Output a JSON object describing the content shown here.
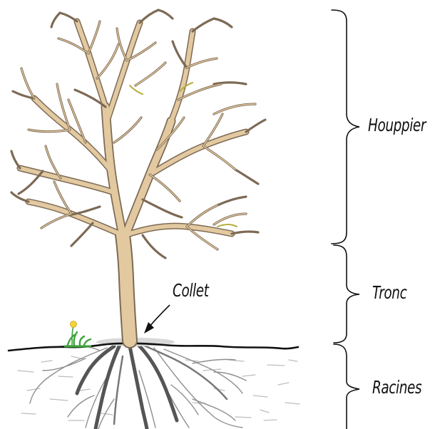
{
  "labels": {
    "crown": "Houppier",
    "trunk": "Tronc",
    "roots": "Racines",
    "collar": "Collet"
  },
  "colors": {
    "branch": "#e2c9a0",
    "branch_outline": "#7d6a55",
    "ground_line": "#111111",
    "root_dark": "#555555",
    "root_light": "#8a8a8a",
    "soil_mark": "#b9b9b9",
    "flower_petal": "#f2d43a",
    "grass": "#3fa33c",
    "bracket": "#111111"
  },
  "icons": {
    "flower": "dandelion-icon",
    "arrow": "collet-pointer-arrow"
  }
}
